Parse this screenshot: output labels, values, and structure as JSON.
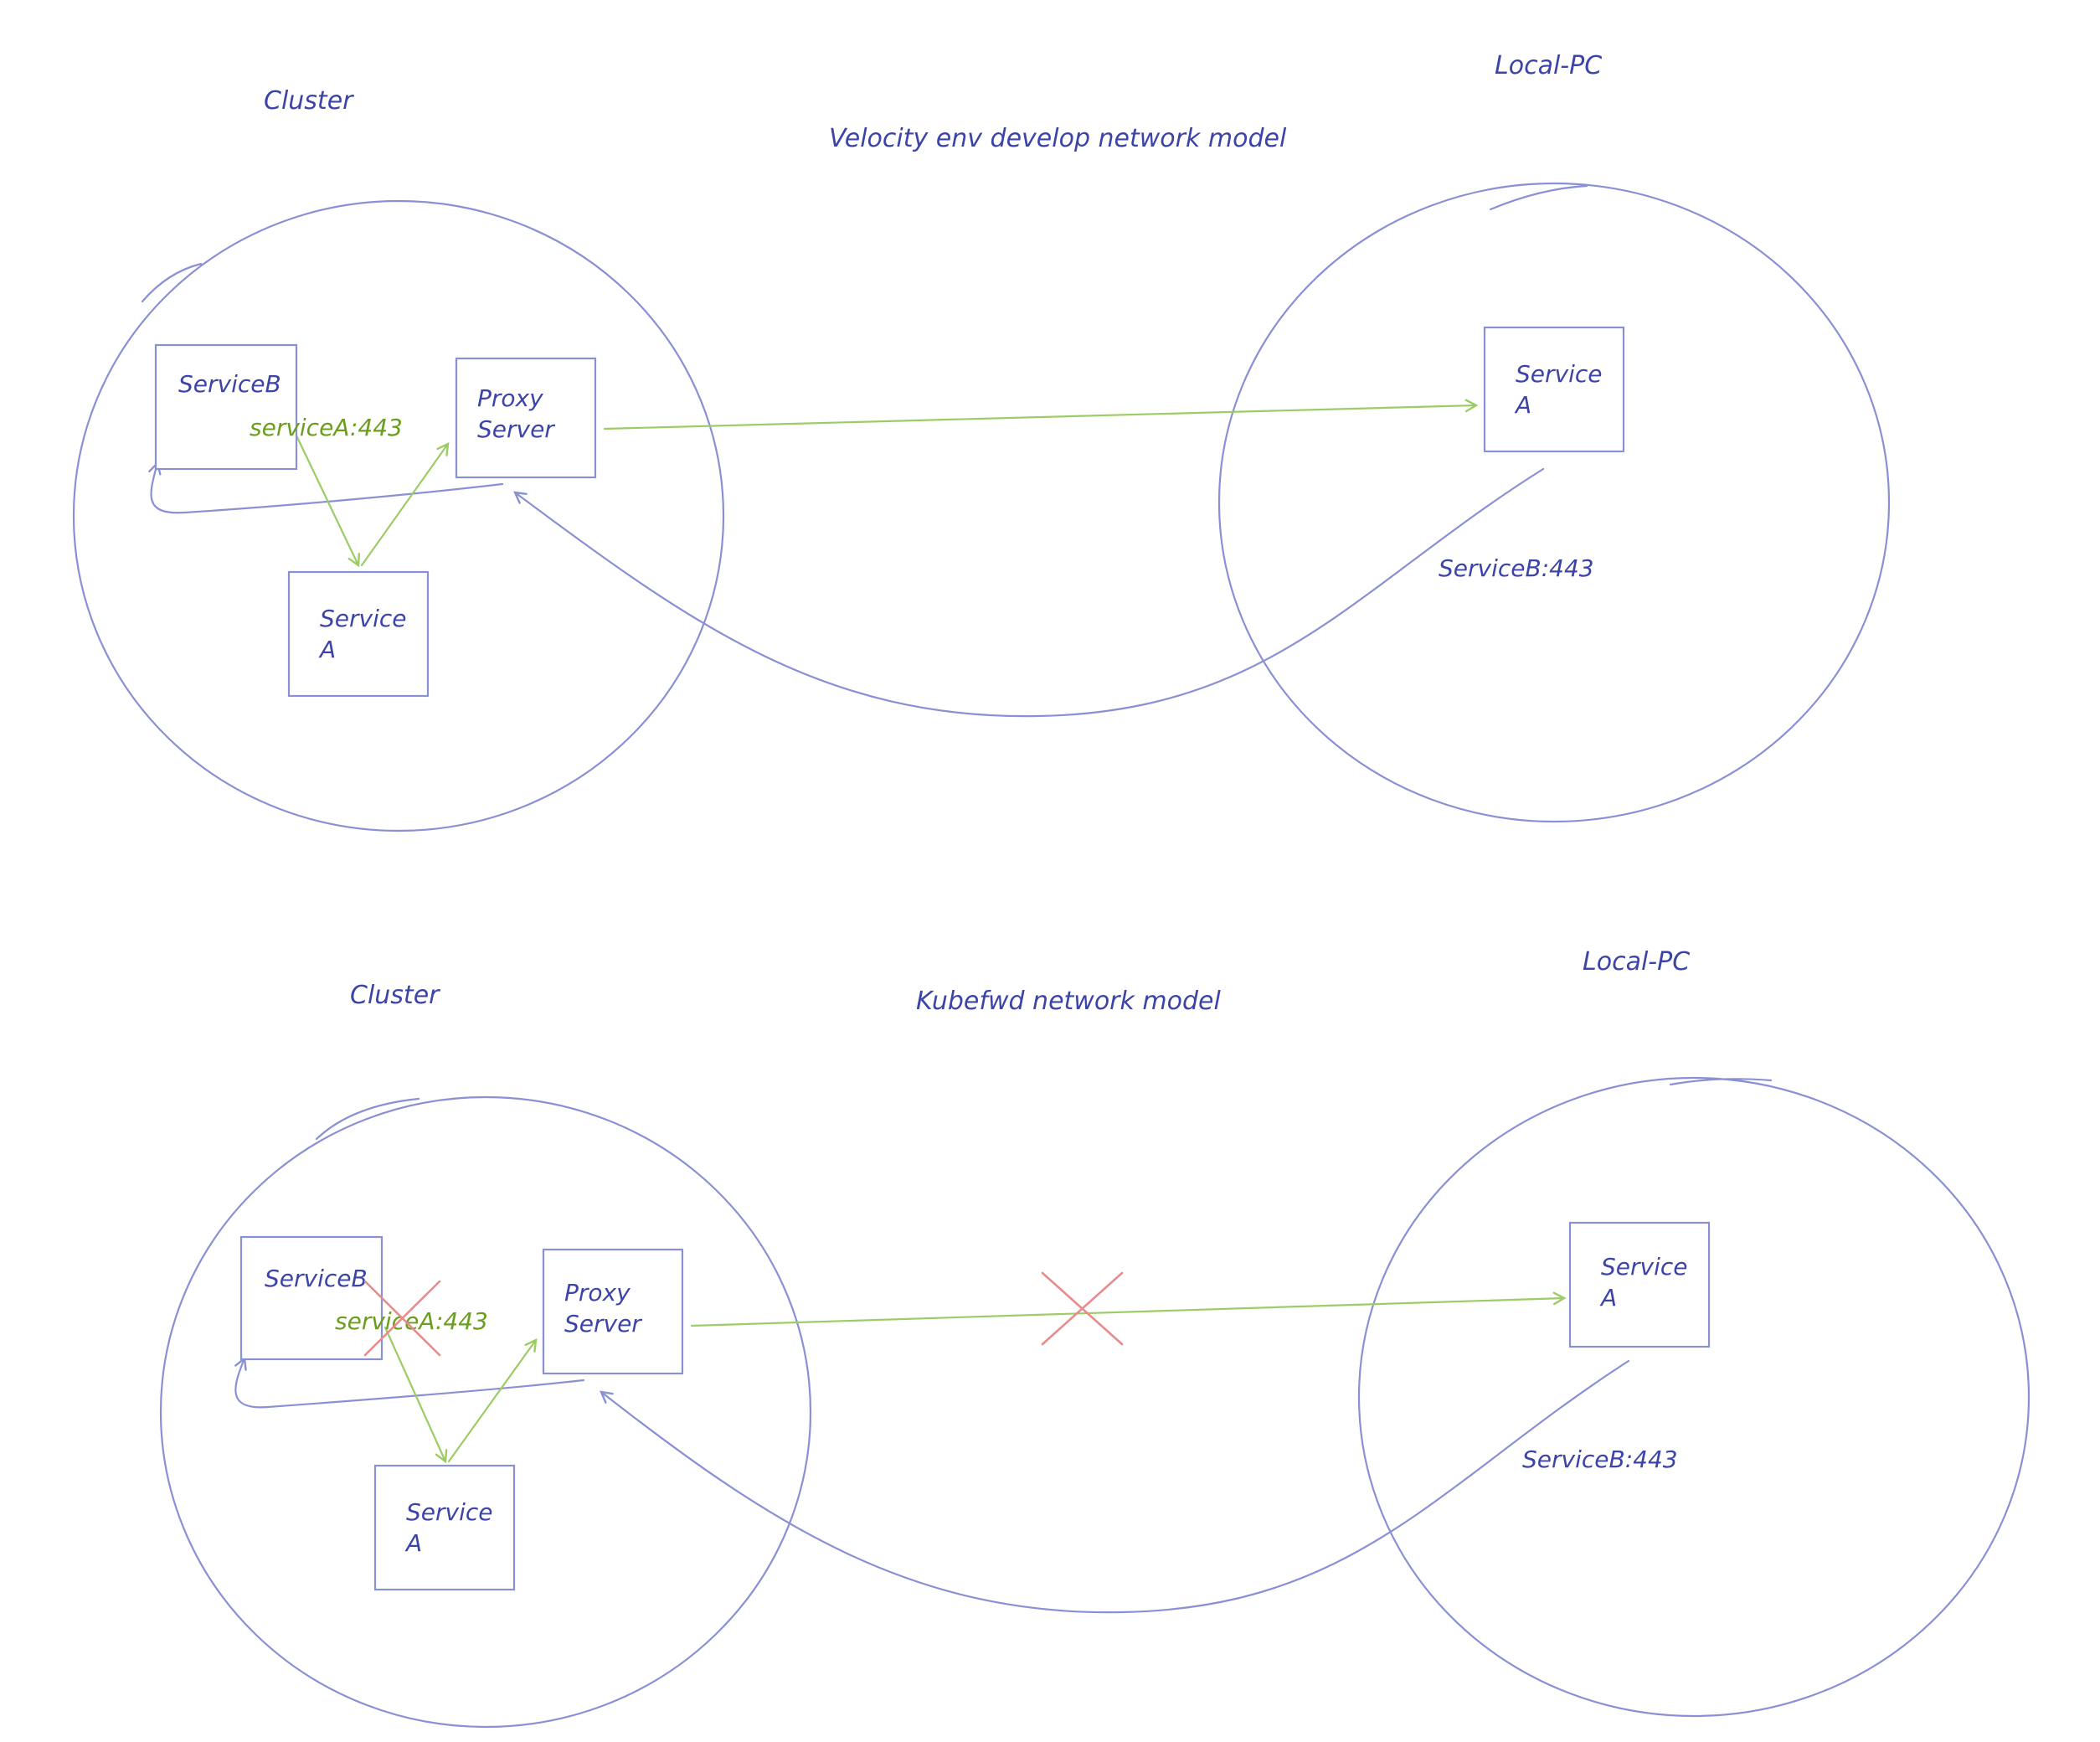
{
  "colors": {
    "ink_blue": "#3d44a8",
    "line_blue": "#8a90d4",
    "line_green": "#9ccc65",
    "text_green": "#6b9e1f",
    "cross_red": "#e88b8b",
    "background": "#ffffff"
  },
  "diagrams": [
    {
      "title": "Velocity env develop network model",
      "cluster_label": "Cluster",
      "local_label": "Local-PC",
      "service_b_label": "ServiceB",
      "proxy_line1": "Proxy",
      "proxy_line2": "Server",
      "service_a_line1": "Service",
      "service_a_line2": "A",
      "local_service_line1": "Service",
      "local_service_line2": "A",
      "green_addr": "serviceA:443",
      "blue_addr": "ServiceB:443",
      "blocked": false
    },
    {
      "title": "Kubefwd network model",
      "cluster_label": "Cluster",
      "local_label": "Local-PC",
      "service_b_label": "ServiceB",
      "proxy_line1": "Proxy",
      "proxy_line2": "Server",
      "service_a_line1": "Service",
      "service_a_line2": "A",
      "local_service_line1": "Service",
      "local_service_line2": "A",
      "green_addr": "serviceA:443",
      "blue_addr": "ServiceB:443",
      "blocked": true
    }
  ]
}
